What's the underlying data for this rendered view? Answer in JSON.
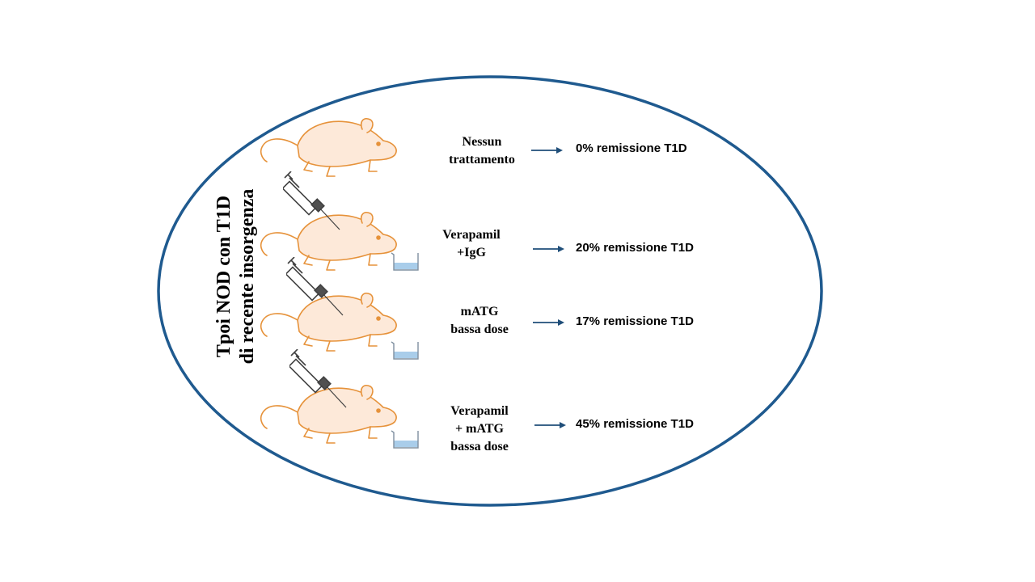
{
  "title_lines": [
    "Tpoi NOD con T1D",
    "di recente insorgenza"
  ],
  "groups": [
    {
      "label_lines": [
        "Nessun",
        "trattamento"
      ],
      "result": "0% remissione T1D",
      "injection": false
    },
    {
      "label_lines": [
        "Verapamil",
        "+IgG"
      ],
      "result": "20% remissione T1D",
      "injection": true
    },
    {
      "label_lines": [
        "mATG",
        "bassa dose"
      ],
      "result": "17% remissione T1D",
      "injection": true
    },
    {
      "label_lines": [
        "Verapamil",
        "+ mATG",
        "bassa dose"
      ],
      "result": "45% remissione T1D",
      "injection": true
    }
  ],
  "colors": {
    "ellipse_stroke": "#1f5a8f",
    "mouse_fill": "#fde9d9",
    "mouse_stroke": "#e6923a",
    "arrow": "#1f4e79",
    "beaker_liquid": "#a9cdea",
    "syringe": "#404040"
  }
}
